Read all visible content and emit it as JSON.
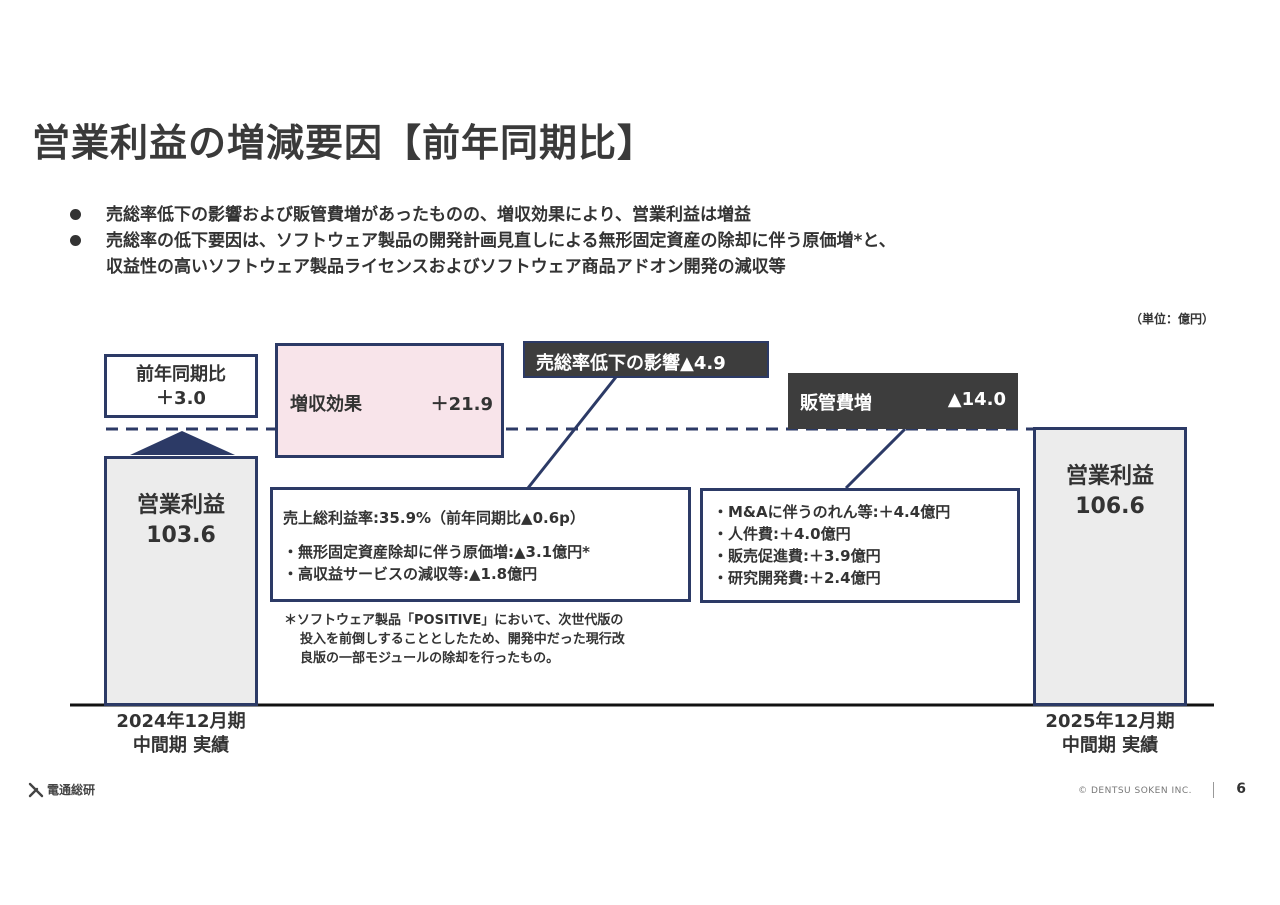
{
  "page_title": "営業利益の増減要因【前年同期比】",
  "bullets": [
    "売総率低下の影響および販管費増があったものの、増収効果により、営業利益は増益",
    "売総率の低下要因は、ソフトウェア製品の開発計画見直しによる無形固定資産の除却に伴う原価増*と、",
    "収益性の高いソフトウェア製品ライセンスおよびソフトウェア商品アドオン開発の減収等"
  ],
  "unit_label": "（単位：億円）",
  "yoy_callout": {
    "line1": "前年同期比",
    "line2": "＋3.0"
  },
  "chart_data": {
    "type": "bar",
    "subtype": "waterfall",
    "unit": "億円",
    "steps": [
      {
        "label": "営業利益",
        "value": 103.6,
        "kind": "total",
        "category": [
          "2024年12月期",
          "中間期 実績"
        ]
      },
      {
        "label": "増収効果",
        "value": "＋21.9",
        "delta": 21.9,
        "kind": "increase",
        "color": "#f8e4ea"
      },
      {
        "label": "売総率低下の影響",
        "value": "▲4.9",
        "delta": -4.9,
        "kind": "decrease",
        "color": "#3d3d3d"
      },
      {
        "label": "販管費増",
        "value": "▲14.0",
        "delta": -14.0,
        "kind": "decrease",
        "color": "#3d3d3d"
      },
      {
        "label": "営業利益",
        "value": 106.6,
        "kind": "total",
        "category": [
          "2025年12月期",
          "中間期 実績"
        ]
      }
    ]
  },
  "gross_margin_box": {
    "header": "売上総利益率:35.9%（前年同期比▲0.6p）",
    "items": [
      "・無形固定資産除却に伴う原価増:▲3.1億円*",
      "・高収益サービスの減収等:▲1.8億円"
    ]
  },
  "footnote": [
    "＊ソフトウェア製品「POSITIVE」において、次世代版の",
    "投入を前倒しすることとしたため、開発中だった現行改",
    "良版の一部モジュールの除却を行ったもの。"
  ],
  "sga_box": {
    "items": [
      "・M&Aに伴うのれん等:＋4.4億円",
      "・人件費:＋4.0億円",
      "・販売促進費:＋3.9億円",
      "・研究開発費:＋2.4億円"
    ]
  },
  "footer": {
    "logo": "電通総研",
    "copyright": "© DENTSU SOKEN INC.",
    "page": "6"
  },
  "colors": {
    "navy": "#2c3a66",
    "bar_gray": "#ececec",
    "pink": "#f8e4ea",
    "dark": "#3d3d3d"
  }
}
